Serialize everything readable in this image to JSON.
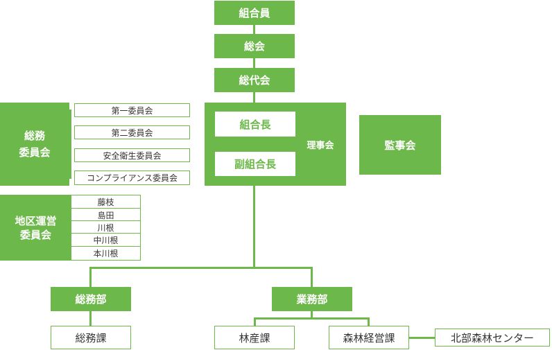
{
  "top": {
    "members": "組合員",
    "general_meeting": "総会",
    "delegates_meeting": "総代会"
  },
  "board": {
    "label": "理事会",
    "president": "組合長",
    "vice_president": "副組合長"
  },
  "auditors": "監事会",
  "general_affairs_committee": {
    "label": "総務\n委員会",
    "items": [
      "第一委員会",
      "第二委員会",
      "安全衛生委員会",
      "コンプライアンス委員会"
    ]
  },
  "district_committee": {
    "label": "地区運営\n委員会",
    "items": [
      "藤枝",
      "島田",
      "川根",
      "中川根",
      "本川根"
    ]
  },
  "departments": {
    "general_affairs": "総務部",
    "business": "業務部"
  },
  "sections": {
    "general_affairs_section": "総務課",
    "forestry_section": "林産課",
    "forest_management_section": "森林経営課",
    "north_center": "北部森林センター"
  },
  "colors": {
    "accent": "#6db84a",
    "text": "#333333"
  }
}
